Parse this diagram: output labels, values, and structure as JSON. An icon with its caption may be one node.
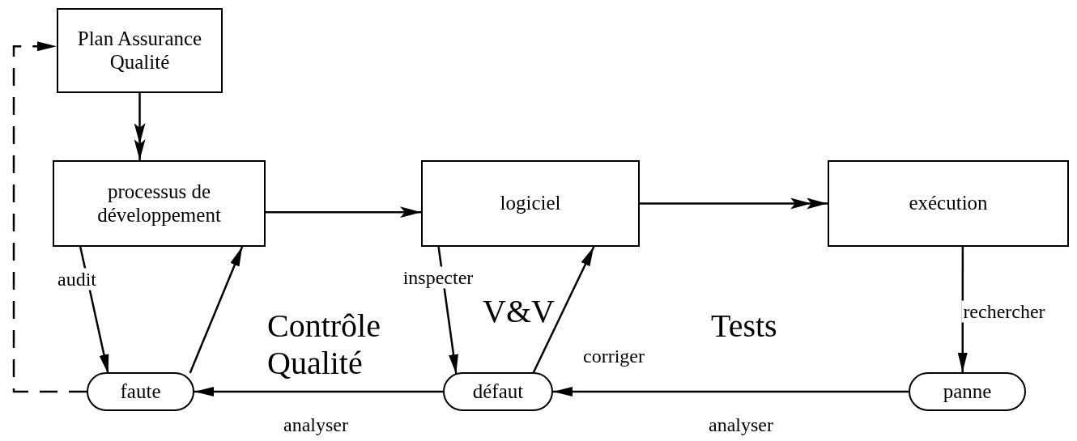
{
  "diagram": {
    "nodes": [
      {
        "text": [
          "Plan Assurance Qualité"
        ]
      },
      {
        "text": [
          "processus de développement"
        ]
      },
      {
        "text": [
          "logiciel"
        ]
      },
      {
        "text": [
          "exécution"
        ]
      },
      {
        "text": [
          "faute"
        ]
      },
      {
        "text": [
          "défaut"
        ]
      },
      {
        "text": [
          "panne"
        ]
      }
    ],
    "edges": [
      {
        "from": 0,
        "to": 1,
        "arrow": "to"
      },
      {
        "from": 1,
        "to": 2,
        "arrow": "to"
      },
      {
        "from": 2,
        "to": 3,
        "arrow": "to"
      },
      {
        "from": 1,
        "to": 4,
        "arrow": "to",
        "label": "audit"
      },
      {
        "from": 4,
        "to": 1,
        "arrow": "to"
      },
      {
        "from": 2,
        "to": 5,
        "arrow": "to",
        "label": "inspecter"
      },
      {
        "from": 5,
        "to": 2,
        "arrow": "to",
        "label": "corriger"
      },
      {
        "from": 3,
        "to": 6,
        "arrow": "to",
        "label": "rechercher"
      },
      {
        "from": 6,
        "to": 5,
        "arrow": "to",
        "label": "analyser"
      },
      {
        "from": 5,
        "to": 4,
        "arrow": "to",
        "label": "analyser"
      },
      {
        "from": 4,
        "to": 0,
        "arrow": "to",
        "style": "dashed"
      }
    ],
    "labels": [
      "Contrôle Qualité",
      "V&V",
      "Tests"
    ]
  }
}
